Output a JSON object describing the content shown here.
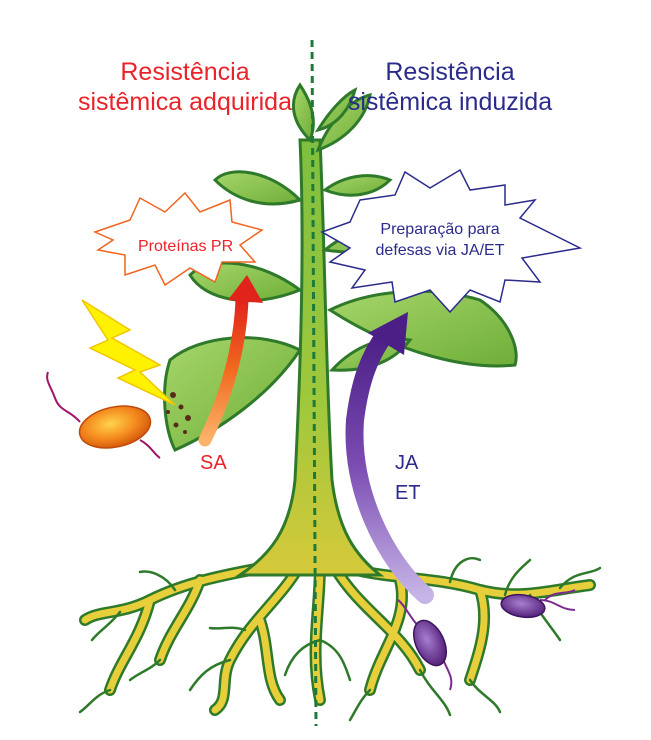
{
  "titles": {
    "left": {
      "line1": "Resistência",
      "line2": "sistêmica adquirida"
    },
    "right": {
      "line1": "Resistência",
      "line2": "sistêmica induzida"
    }
  },
  "labels": {
    "proteinas": "Proteínas PR",
    "preparacao_line1": "Preparação para",
    "preparacao_line2": "defesas via JA/ET",
    "sa": "SA",
    "ja": "JA",
    "et": "ET"
  },
  "colors": {
    "left_accent": "#e8232a",
    "right_accent": "#2b2b8c",
    "plant_green": "#8cc63f",
    "plant_outline": "#2f7a2a",
    "root_yellow": "#e6cf3a",
    "arrow_orange": "#f0641e",
    "arrow_purple": "#6b3b9c",
    "pathogen_orange": "#f07a1a",
    "bacteria_purple": "#6a2c8e",
    "lightning_yellow": "#fff200",
    "divider": "#1e7a3a"
  }
}
